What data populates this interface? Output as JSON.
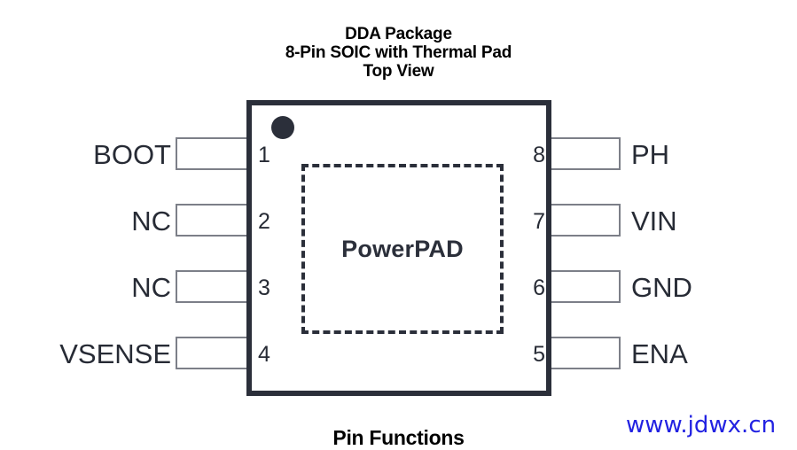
{
  "title": {
    "line1": "DDA Package",
    "line2": "8-Pin SOIC with Thermal Pad",
    "line3": "Top View"
  },
  "package": {
    "thermal_pad_label": "PowerPAD",
    "pin1_marker": "pin1-dot",
    "body_color": "#2b2f3a",
    "lead_border_color": "#7c7f88"
  },
  "pins": {
    "left": [
      {
        "number": "1",
        "label": "BOOT"
      },
      {
        "number": "2",
        "label": "NC"
      },
      {
        "number": "3",
        "label": "NC"
      },
      {
        "number": "4",
        "label": "VSENSE"
      }
    ],
    "right": [
      {
        "number": "8",
        "label": "PH"
      },
      {
        "number": "7",
        "label": "VIN"
      },
      {
        "number": "6",
        "label": "GND"
      },
      {
        "number": "5",
        "label": "ENA"
      }
    ]
  },
  "caption": "Pin Functions",
  "watermark": {
    "text": "www.jdwx.cn",
    "color": "#2222e2"
  }
}
